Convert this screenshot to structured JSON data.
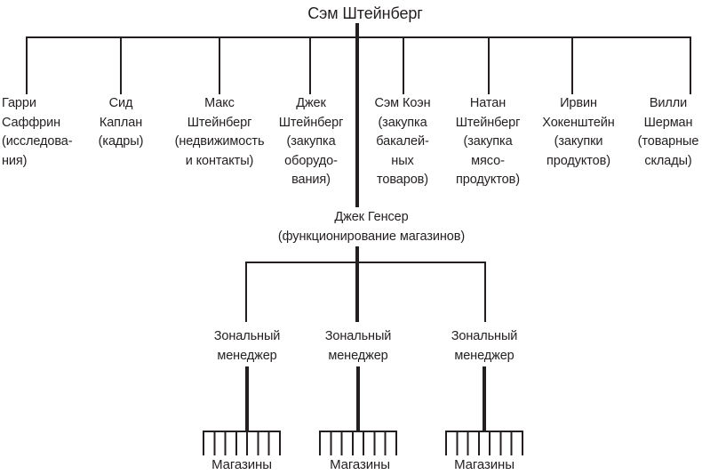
{
  "figure": {
    "root": "Сэм Штейнберг",
    "executives": [
      {
        "text": "Гарри\nСаффрин\n(исследова-\nния)"
      },
      {
        "text": "Сид\nКаплан\n(кадры)"
      },
      {
        "text": "Макс\nШтейнберг\n(недвижимость\nи контакты)"
      },
      {
        "text": "Джек\nШтейнберг\n(закупка\nоборудо-\nвания)"
      },
      {
        "text": "Сэм Коэн\n(закупка\nбакалей-\nных\nтоваров)"
      },
      {
        "text": "Натан\nШтейнберг\n(закупка\nмясо-\nпродуктов)"
      },
      {
        "text": "Ирвин\nХокенштейн\n(закупки\nпродуктов)"
      },
      {
        "text": "Вилли\nШерман\n(товарные\nсклады)"
      }
    ],
    "operations_head": "Джек Генсер\n(функционирование магазинов)",
    "zone_managers": [
      {
        "text": "Зональный\nменеджер"
      },
      {
        "text": "Зональный\nменеджер"
      },
      {
        "text": "Зональный\nменеджер"
      }
    ],
    "stores": [
      {
        "label": "Магазины"
      },
      {
        "label": "Магазины"
      },
      {
        "label": "Магазины"
      }
    ]
  },
  "colors": {
    "line": "#231f20",
    "text": "#231f20",
    "background": "#ffffff"
  }
}
